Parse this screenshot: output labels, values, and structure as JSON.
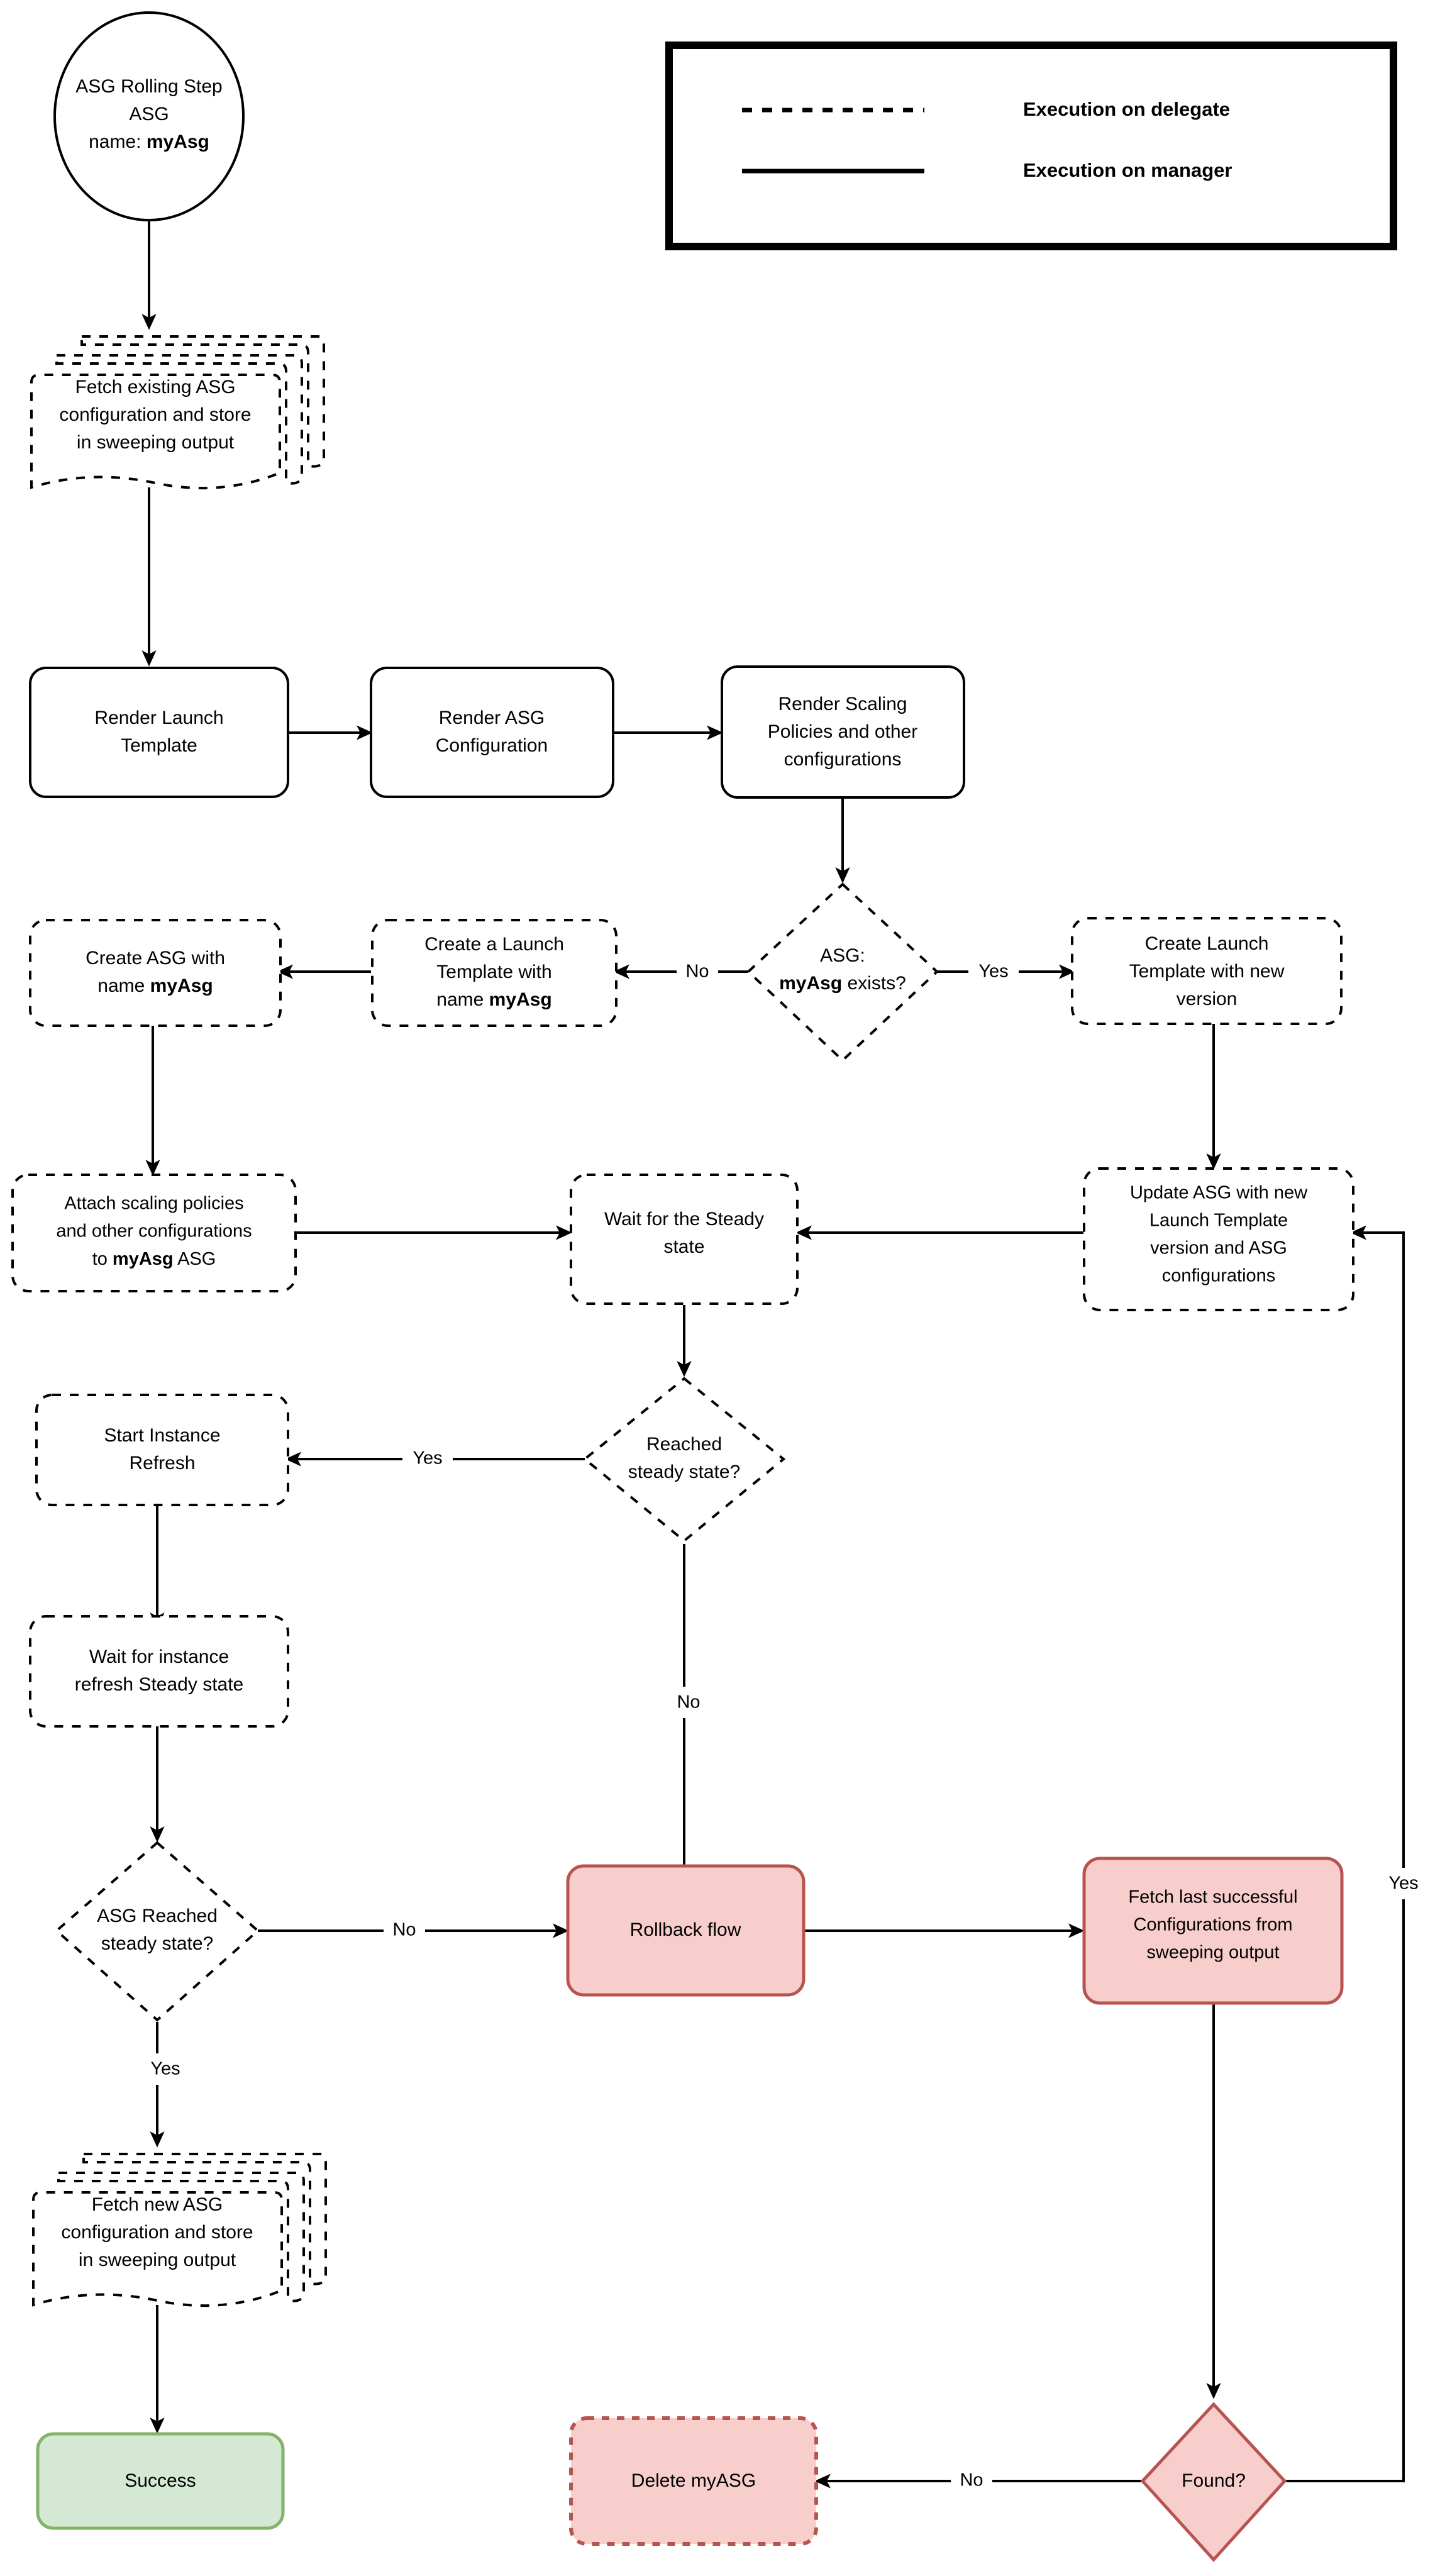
{
  "diagram": {
    "title": "ASG Rolling Step flowchart",
    "legend": {
      "name": "legend",
      "items": [
        {
          "style": "dashed",
          "label": "Execution on delegate"
        },
        {
          "style": "solid",
          "label": "Execution on manager"
        }
      ]
    },
    "colors": {
      "stroke": "#000000",
      "white_fill": "#ffffff",
      "red_fill": "#f8cecc",
      "red_stroke": "#b85450",
      "green_fill": "#d5e8d4",
      "green_stroke": "#82b366"
    },
    "nodes": [
      {
        "id": "start",
        "shape": "ellipse",
        "style": "solid",
        "lines": [
          "ASG Rolling Step",
          "ASG",
          "name: myAsg"
        ],
        "bold_last_token": "myAsg"
      },
      {
        "id": "fetch-existing",
        "shape": "multi-document",
        "style": "dashed",
        "lines": [
          "Fetch existing ASG",
          "configuration and store",
          "in sweeping output"
        ]
      },
      {
        "id": "render-launch-template",
        "shape": "rounded-rect",
        "style": "solid",
        "lines": [
          "Render Launch",
          "Template"
        ]
      },
      {
        "id": "render-asg-config",
        "shape": "rounded-rect",
        "style": "solid",
        "lines": [
          "Render ASG",
          "Configuration"
        ]
      },
      {
        "id": "render-scaling-policies",
        "shape": "rounded-rect",
        "style": "solid",
        "lines": [
          "Render Scaling",
          "Policies and other",
          "configurations"
        ]
      },
      {
        "id": "asg-exists",
        "shape": "diamond",
        "style": "dashed",
        "lines": [
          "ASG:",
          "myAsg exists?"
        ]
      },
      {
        "id": "create-launch-template-new-version",
        "shape": "rounded-rect",
        "style": "dashed",
        "lines": [
          "Create Launch",
          "Template with new",
          "version"
        ]
      },
      {
        "id": "create-a-launch-template",
        "shape": "rounded-rect",
        "style": "dashed",
        "lines": [
          "Create a Launch",
          "Template with",
          "name myAsg"
        ]
      },
      {
        "id": "create-asg",
        "shape": "rounded-rect",
        "style": "dashed",
        "lines": [
          "Create ASG with",
          "name myAsg"
        ]
      },
      {
        "id": "attach-scaling-policies",
        "shape": "rounded-rect",
        "style": "dashed",
        "lines": [
          "Attach scaling policies",
          "and other configurations",
          "to myAsg ASG"
        ]
      },
      {
        "id": "wait-steady-state",
        "shape": "rounded-rect",
        "style": "dashed",
        "lines": [
          "Wait for the Steady",
          "state"
        ]
      },
      {
        "id": "update-asg",
        "shape": "rounded-rect",
        "style": "dashed",
        "lines": [
          "Update ASG with new",
          "Launch Template",
          "version and ASG",
          "configurations"
        ]
      },
      {
        "id": "reached-steady-state",
        "shape": "diamond",
        "style": "dashed",
        "lines": [
          "Reached",
          "steady state?"
        ]
      },
      {
        "id": "start-instance-refresh",
        "shape": "rounded-rect",
        "style": "dashed",
        "lines": [
          "Start Instance",
          "Refresh"
        ]
      },
      {
        "id": "wait-instance-refresh",
        "shape": "rounded-rect",
        "style": "dashed",
        "lines": [
          "Wait for instance",
          "refresh Steady state"
        ]
      },
      {
        "id": "asg-reached-steady-state",
        "shape": "diamond",
        "style": "dashed",
        "lines": [
          "ASG Reached",
          "steady state?"
        ]
      },
      {
        "id": "rollback-flow",
        "shape": "rounded-rect",
        "style": "solid-red",
        "lines": [
          "Rollback flow"
        ]
      },
      {
        "id": "fetch-last-successful",
        "shape": "rounded-rect",
        "style": "solid-red",
        "lines": [
          "Fetch last successful",
          "Configurations from",
          "sweeping output"
        ]
      },
      {
        "id": "fetch-new-asg",
        "shape": "multi-document",
        "style": "dashed",
        "lines": [
          "Fetch new ASG",
          "configuration and store",
          "in sweeping output"
        ]
      },
      {
        "id": "success",
        "shape": "rounded-rect",
        "style": "solid-green",
        "lines": [
          "Success"
        ]
      },
      {
        "id": "delete-myasg",
        "shape": "rounded-rect",
        "style": "dashed-red",
        "lines": [
          "Delete myASG"
        ]
      },
      {
        "id": "found",
        "shape": "diamond",
        "style": "solid-red",
        "lines": [
          "Found?"
        ]
      }
    ],
    "edge_labels": {
      "asg_exists_no": "No",
      "asg_exists_yes": "Yes",
      "reached_steady_yes": "Yes",
      "reached_steady_no": "No",
      "asg_reached_no": "No",
      "asg_reached_yes": "Yes",
      "found_no": "No",
      "found_yes": "Yes"
    }
  }
}
